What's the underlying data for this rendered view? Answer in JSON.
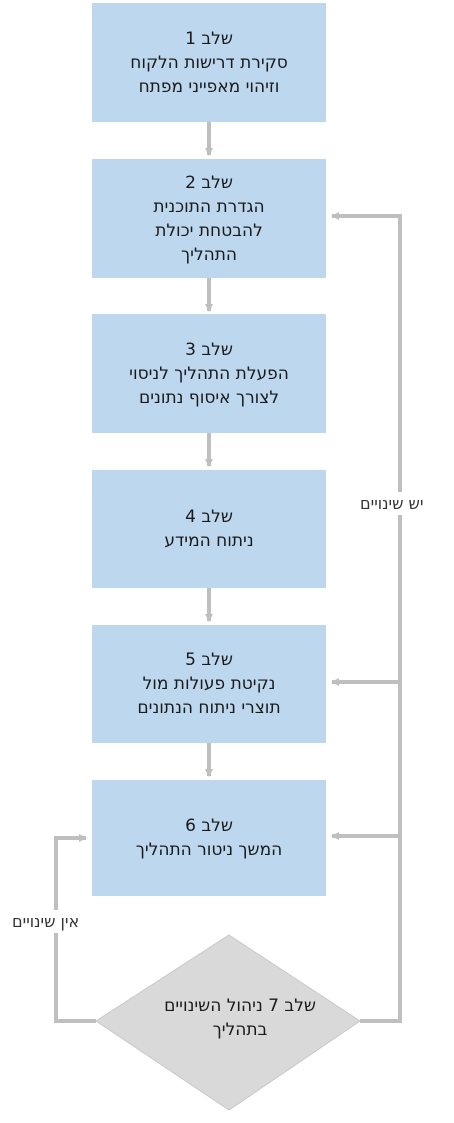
{
  "steps": [
    {
      "title": "שלב 1",
      "lines": [
        "סקירת דרישות הלקוח",
        "וזיהוי מאפייני מפתח"
      ]
    },
    {
      "title": "שלב 2",
      "lines": [
        "הגדרת התוכנית",
        "להבטחת יכולת",
        "התהליך"
      ]
    },
    {
      "title": "שלב 3",
      "lines": [
        "הפעלת התהליך לניסוי",
        "לצורך איסוף נתונים"
      ]
    },
    {
      "title": "שלב 4",
      "lines": [
        "ניתוח המידע"
      ]
    },
    {
      "title": "שלב 5",
      "lines": [
        "נקיטת פעולות מול",
        "תוצרי ניתוח הנתונים"
      ]
    },
    {
      "title": "שלב 6",
      "lines": [
        "המשך ניטור התהליך"
      ]
    }
  ],
  "decision": {
    "lines": [
      "שלב 7 ניהול השינויים",
      "בתהליך"
    ]
  },
  "labels": {
    "yes_changes": "יש שינויים",
    "no_changes": "אין שינויים"
  },
  "colors": {
    "box_fill": "#bdd7ee",
    "diamond_fill": "#d9d9d9",
    "connector": "#bfbfbf"
  }
}
